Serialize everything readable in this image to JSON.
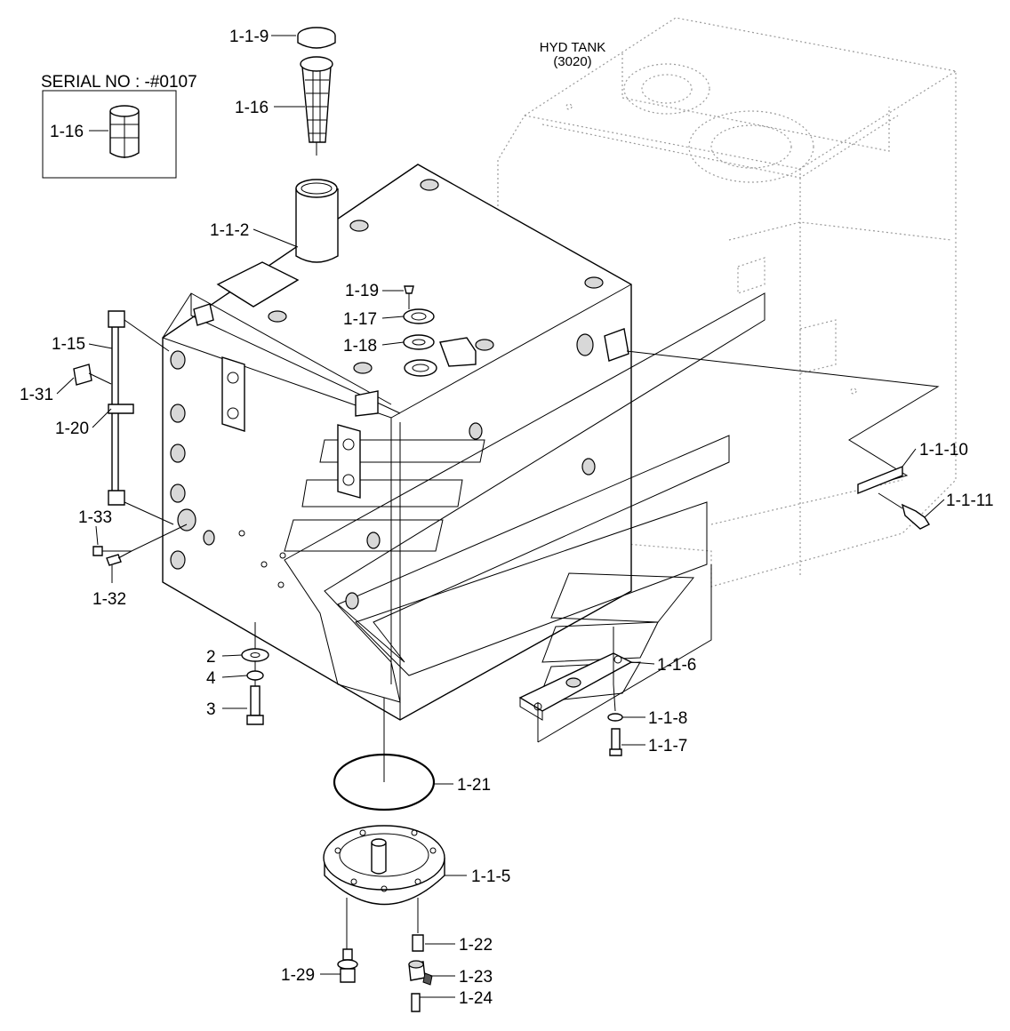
{
  "diagram": {
    "reference": {
      "title": "HYD TANK",
      "code": "(3020)"
    },
    "serial_note": "SERIAL NO : -#0107",
    "labels": {
      "p_1_1_9": "1-1-9",
      "p_1_16_top": "1-16",
      "p_1_16_box": "1-16",
      "p_1_1_2": "1-1-2",
      "p_1_19": "1-19",
      "p_1_17": "1-17",
      "p_1_18": "1-18",
      "p_1_15": "1-15",
      "p_1_31": "1-31",
      "p_1_20": "1-20",
      "p_1_33": "1-33",
      "p_1_32": "1-32",
      "p_1_1_10": "1-1-10",
      "p_1_1_11": "1-1-11",
      "p_1_1_6": "1-1-6",
      "p_1_1_8": "1-1-8",
      "p_1_1_7": "1-1-7",
      "p_2": "2",
      "p_4": "4",
      "p_3": "3",
      "p_1_21": "1-21",
      "p_1_1_5": "1-1-5",
      "p_1_22": "1-22",
      "p_1_23": "1-23",
      "p_1_24": "1-24",
      "p_1_29": "1-29"
    }
  }
}
